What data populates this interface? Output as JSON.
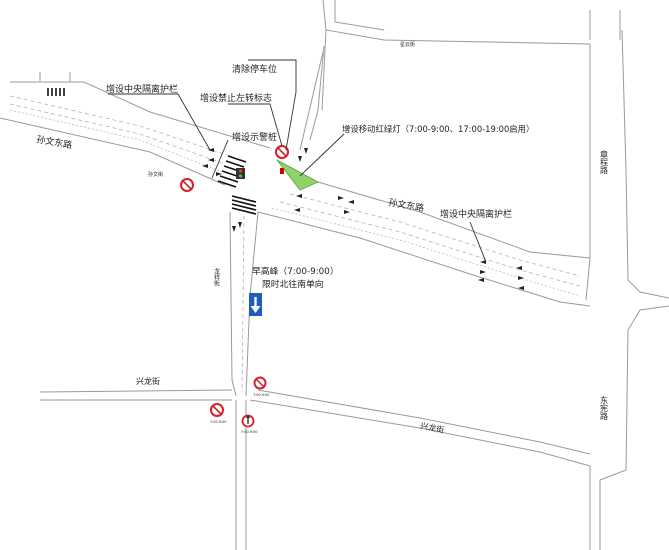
{
  "streets": {
    "sunwen_east_left": "孙文东路",
    "sunwen_east_right": "孙文东路",
    "xingyun_jie": "星云街",
    "zhangcheng_lu": "章程路",
    "longxiang_jie": "龙祥街",
    "xinglong_jie_left": "兴龙街",
    "xinglong_jie_right": "兴龙街",
    "dongxian_lu": "东宪路",
    "small_left": "孙文街"
  },
  "annotations": {
    "clear_parking": "清除停车位",
    "median_barrier_left": "增设中央隔离护栏",
    "no_left_turn_sign": "增设禁止左转标志",
    "warning_post": "增设示警桩",
    "mobile_signal": "增设移动红绿灯（7:00-9:00、17:00-19:00启用）",
    "median_barrier_right": "增设中央隔离护栏",
    "peak_line1": "早高峰（7:00-9:00）",
    "peak_line2": "限时北往南单向"
  },
  "sign_labels": {
    "sign_a": "7:00-9:00",
    "sign_b": "7:00-9:00",
    "sign_c": "7:00-9:00"
  },
  "colors": {
    "signal_zone": "#8fd36a",
    "one_way_sign": "#1d5fb8",
    "prohibit_red": "#d4202a"
  },
  "icons": [
    "no-left-turn-icon",
    "no-u-turn-icon",
    "one-way-arrow-icon",
    "straight-only-icon",
    "traffic-light-icon"
  ]
}
